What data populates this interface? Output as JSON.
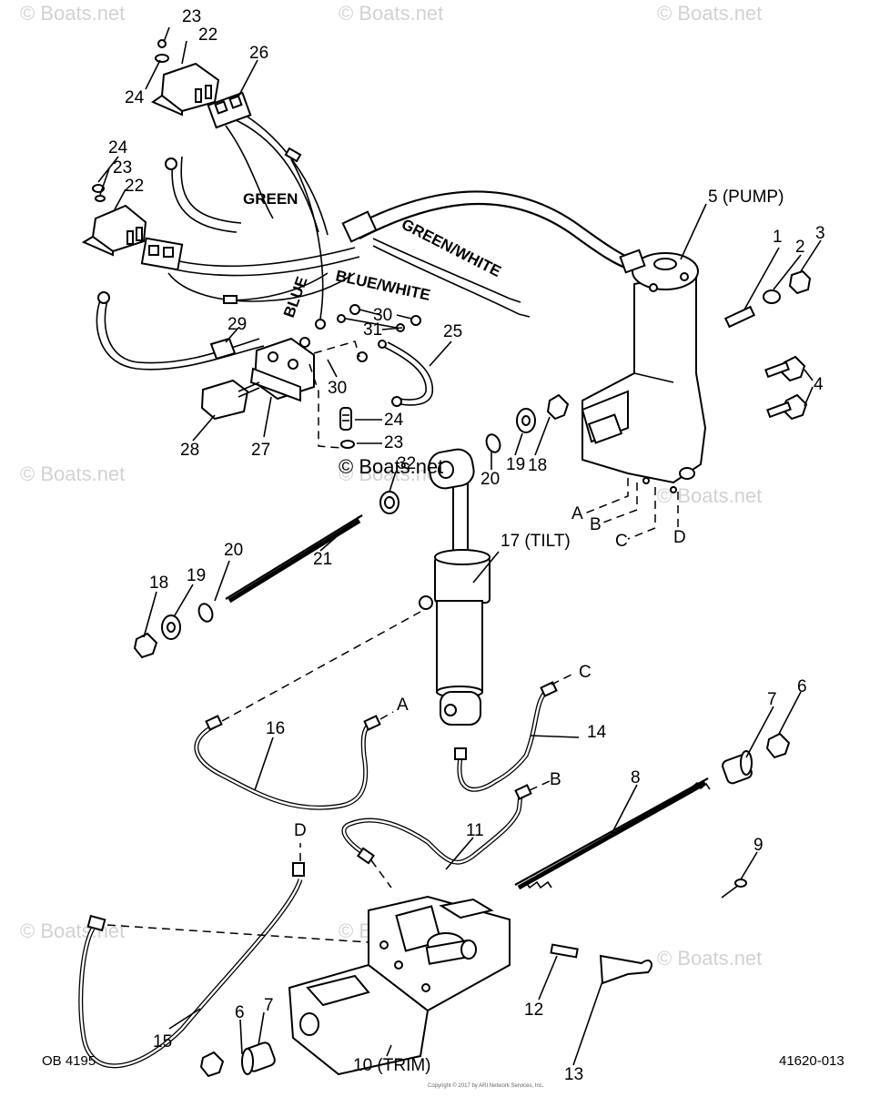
{
  "watermarks": [
    "© Boats.net",
    "© Boats.net",
    "© Boats.net",
    "© Boats.net",
    "© Boats.net",
    "© Boats.net",
    "© Boats.net",
    "© Boats.net",
    "© Boats.net"
  ],
  "copyright_mark": "© Boats.net",
  "footer": {
    "left": "OB 4195",
    "right": "41620-013",
    "fine_print": "Copyright © 2017 by ARI Network Services, Inc."
  },
  "wire_labels": {
    "green": "GREEN",
    "green_white": "GREEN/WHITE",
    "blue": "BLUE",
    "blue_white": "BLUE/WHITE"
  },
  "callouts": {
    "p1": "1",
    "p2": "2",
    "p3": "3",
    "p4": "4",
    "p5": "5 (PUMP)",
    "p6a": "6",
    "p6b": "6",
    "p7a": "7",
    "p7b": "7",
    "p8": "8",
    "p9": "9",
    "p10": "10 (TRIM)",
    "p11": "11",
    "p12": "12",
    "p13": "13",
    "p14": "14",
    "p15": "15",
    "p16": "16",
    "p17": "17 (TILT)",
    "p18a": "18",
    "p18b": "18",
    "p19a": "19",
    "p19b": "19",
    "p20a": "20",
    "p20b": "20",
    "p21": "21",
    "p22a": "22",
    "p22b": "22",
    "p23a": "23",
    "p23b": "23",
    "p23c": "23",
    "p24a": "24",
    "p24b": "24",
    "p24c": "24",
    "p25": "25",
    "p26": "26",
    "p27": "27",
    "p28": "28",
    "p29": "29",
    "p30a": "30",
    "p30b": "30",
    "p31": "31",
    "p32": "32"
  },
  "connection_letters": {
    "a1": "A",
    "b1": "B",
    "c1": "C",
    "d1": "D",
    "a2": "A",
    "b2": "B",
    "c2": "C",
    "d2": "D"
  }
}
